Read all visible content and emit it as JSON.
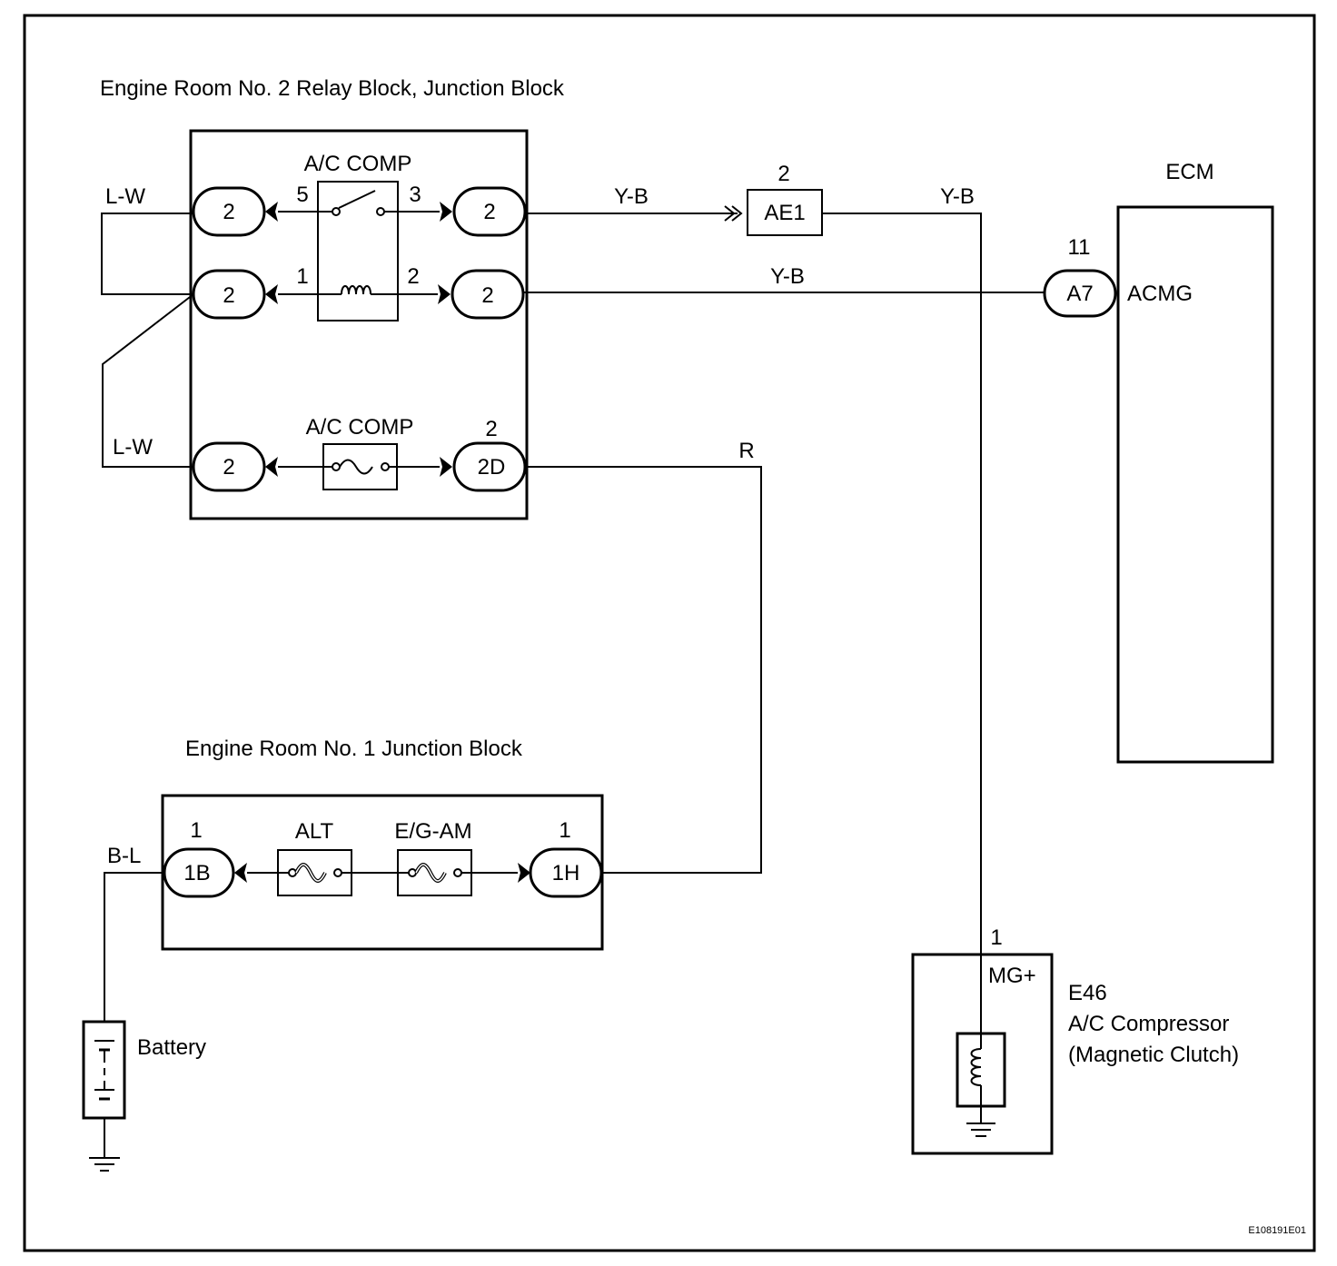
{
  "frame_id": "E108191E01",
  "relay_block": {
    "title": "Engine Room No. 2 Relay Block, Junction Block",
    "relay_label": "A/C COMP",
    "relay_pins": [
      "5",
      "3",
      "1",
      "2"
    ],
    "fuse_label": "A/C COMP",
    "fuse_pin": "2",
    "connectors": [
      "2",
      "2",
      "2",
      "2",
      "2",
      "2D"
    ]
  },
  "wires": {
    "lw_top": "L-W",
    "lw_bottom": "L-W",
    "yb_1": "Y-B",
    "yb_2": "Y-B",
    "yb_3": "Y-B",
    "r": "R",
    "bl": "B-L"
  },
  "junction_ae1": {
    "pin": "2",
    "label": "AE1"
  },
  "ecm": {
    "title": "ECM",
    "pin": "11",
    "connector": "A7",
    "terminal": "ACMG"
  },
  "jb1": {
    "title": "Engine Room No. 1 Junction Block",
    "pin_left": "1",
    "conn_left": "1B",
    "fuse_alt": "ALT",
    "fuse_egam": "E/G-AM",
    "pin_right": "1",
    "conn_right": "1H"
  },
  "battery": {
    "label": "Battery"
  },
  "compressor": {
    "pin": "1",
    "terminal": "MG+",
    "code": "E46",
    "name": "A/C Compressor",
    "desc": "(Magnetic Clutch)"
  }
}
